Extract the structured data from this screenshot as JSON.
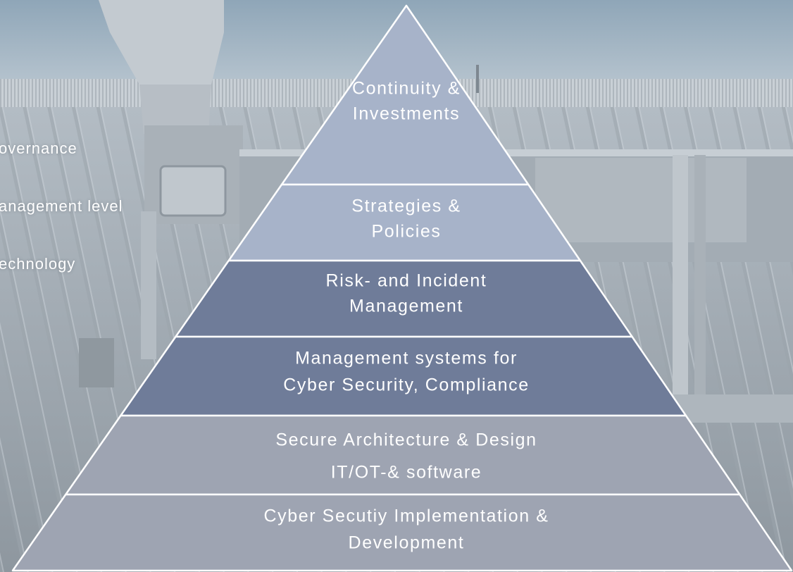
{
  "side_labels": {
    "governance": "overnance",
    "management": "anagement level",
    "technology": "echnology"
  },
  "tiers": [
    {
      "lines": [
        "Continuity &",
        "Investments"
      ],
      "color": "#a7b3c9"
    },
    {
      "lines": [
        "Strategies &",
        "Policies"
      ],
      "color": "#a7b3c9"
    },
    {
      "lines": [
        "Risk- and Incident",
        "Management"
      ],
      "color": "#6f7c99"
    },
    {
      "lines": [
        "Management systems for",
        "Cyber Security, Compliance"
      ],
      "color": "#6f7c99"
    },
    {
      "lines": [
        "Secure Architecture & Design",
        "IT/OT-& software"
      ],
      "color": "#9ea4b2"
    },
    {
      "lines": [
        "Cyber Secutiy Implementation &",
        "Development"
      ],
      "color": "#9ea4b2"
    }
  ]
}
